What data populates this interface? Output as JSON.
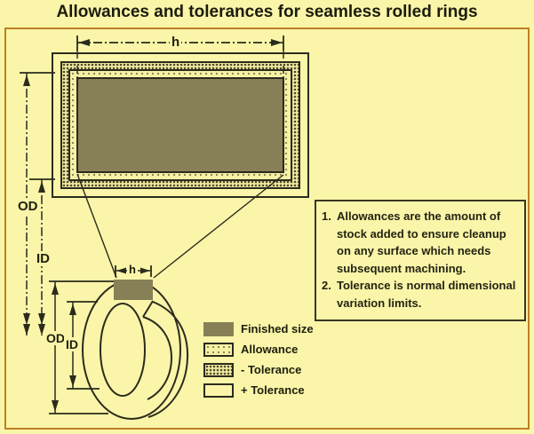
{
  "title": "Allowances and tolerances for seamless rolled rings",
  "colors": {
    "background": "#faf5a9",
    "frame_border": "#bd7f24",
    "line": "#2b2b1d",
    "finished_size_fill": "#878057",
    "text": "#20200f"
  },
  "dimensions": {
    "h": "h",
    "od": "OD",
    "id": "ID"
  },
  "legend": {
    "items": [
      {
        "key": "finished-size",
        "label": "Finished size"
      },
      {
        "key": "allowance",
        "label": "Allowance"
      },
      {
        "key": "minus-tolerance",
        "label": "- Tolerance"
      },
      {
        "key": "plus-tolerance",
        "label": "+ Tolerance"
      }
    ]
  },
  "notes": {
    "items": [
      {
        "number": "1.",
        "text": "Allowances are the amount of stock added to ensure cleanup on any surface which needs subsequent machining."
      },
      {
        "number": "2.",
        "text": "Tolerance is normal dimensional variation limits."
      }
    ]
  }
}
